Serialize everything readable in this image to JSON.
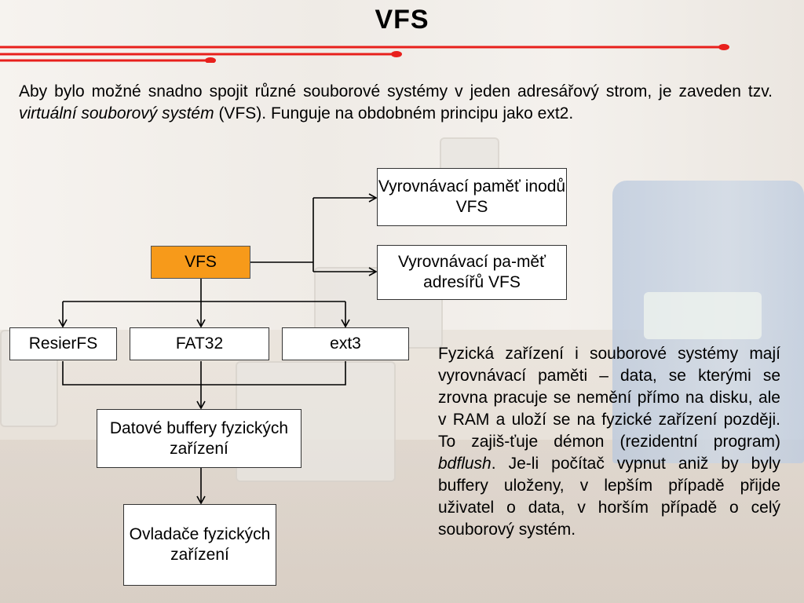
{
  "title": "VFS",
  "intro": {
    "before": "Aby bylo možné snadno spojit různé souborové systémy v jeden adresářový strom, je zaveden tzv. ",
    "emphasis": "virtuální souborový systém",
    "after": " (VFS). Funguje na obdobném principu jako ext2."
  },
  "diagram": {
    "vfs": "VFS",
    "cache_inodes": "Vyrovnávací paměť inodů VFS",
    "cache_dirs": "Vyrovnávací pa-měť adresířů VFS",
    "fs_resierfs": "ResierFS",
    "fs_fat32": "FAT32",
    "fs_ext3": "ext3",
    "data_buffers": "Datové buffery fyzických zařízení",
    "drivers": "Ovladače fyzických zařízení"
  },
  "side_text": {
    "before": "Fyzická zařízení i souborové systémy mají vyrovnávací paměti – data, se kterými se zrovna pracuje se nemění přímo na disku, ale v RAM a uloží se na fyzické zařízení později. To zajiš-ťuje démon (rezidentní program) ",
    "emphasis": "bdflush",
    "after": ". Je-li počítač vypnut aniž by byly buffery uloženy, v lepším případě přijde uživatel o data, v horším případě o celý souborový systém."
  },
  "colors": {
    "vfs_box": "#f79a1a",
    "accent_lines": "#e8201c"
  }
}
